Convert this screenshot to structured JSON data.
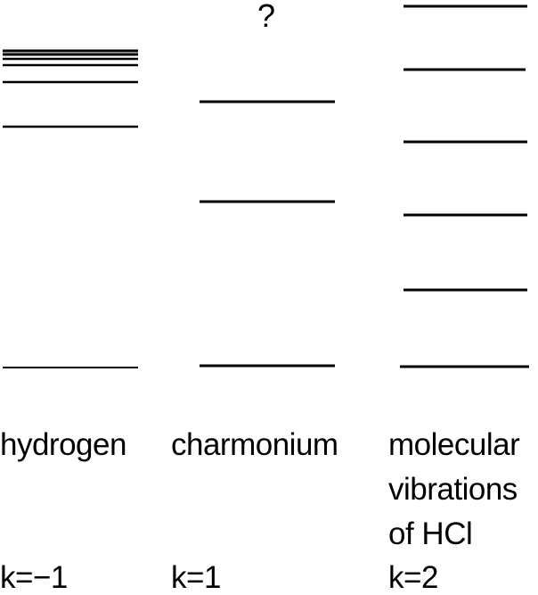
{
  "columns": [
    {
      "name": "hydrogen",
      "exponent_label": "k=−1"
    },
    {
      "name": "charmonium",
      "exponent_label": "k=1",
      "top_marker": "?"
    },
    {
      "name_lines": [
        "molecular",
        "vibrations",
        "of HCl"
      ],
      "exponent_label": "k=2"
    }
  ],
  "colors": {
    "line": "#000000",
    "background": "#ffffff"
  }
}
